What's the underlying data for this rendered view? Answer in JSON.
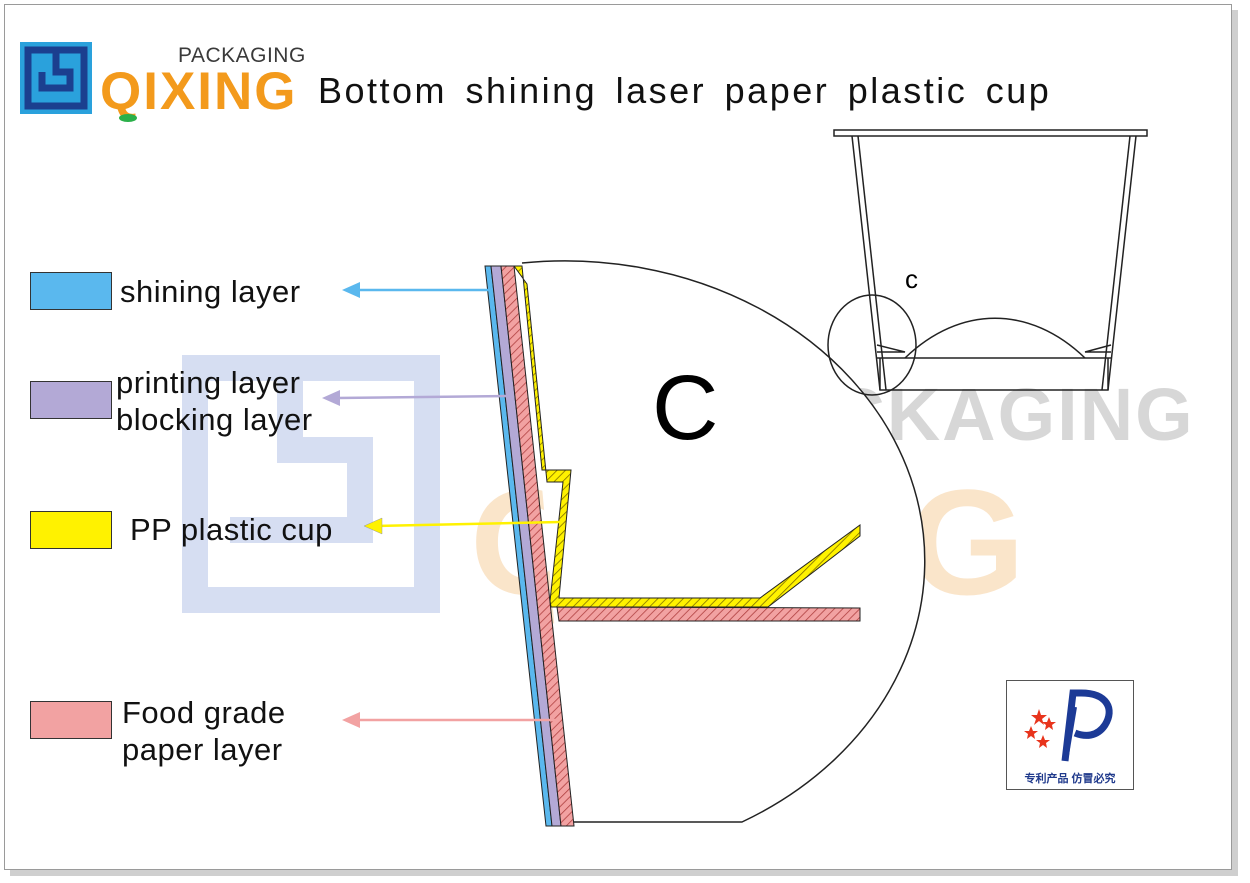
{
  "logo": {
    "small_text": "PACKAGING",
    "word": "QIXING"
  },
  "title": "Bottom shining laser paper plastic cup",
  "legend": [
    {
      "lines": [
        "shining layer"
      ],
      "color": "#5ab8ee"
    },
    {
      "lines": [
        "printing layer",
        "blocking layer"
      ],
      "color": "#b3a9d6"
    },
    {
      "lines": [
        "PP plastic cup"
      ],
      "color": "#fff200"
    },
    {
      "lines": [
        "Food grade",
        "paper  layer"
      ],
      "color": "#f2a2a2"
    }
  ],
  "arrow_colors": [
    "#5ab8ee",
    "#b3a9d6",
    "#fff200",
    "#f2a2a2"
  ],
  "detail_label": "C",
  "cup_label": "c",
  "watermark": {
    "small": "PACKAGING",
    "word": "QIXING"
  },
  "patent_text": "专利产品 仿冒必究",
  "icons": {
    "logo": "qixing-logo-icon",
    "patent": "patent-logo-icon"
  }
}
